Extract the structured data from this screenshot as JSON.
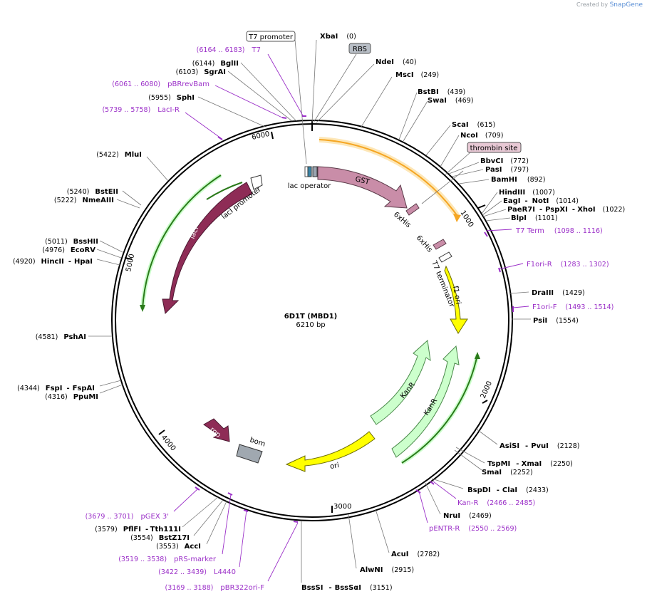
{
  "credit": {
    "prefix": "Created by",
    "brand": "SnapGene"
  },
  "title": "6D1T (MBD1)",
  "length": "6210 bp",
  "ticks": [
    "1000",
    "2000",
    "3000",
    "4000",
    "5000",
    "6000"
  ],
  "enzymes": [
    {
      "name": "XbaI",
      "pos": "(0)"
    },
    {
      "name": "NdeI",
      "pos": "(40)"
    },
    {
      "name": "MscI",
      "pos": "(249)"
    },
    {
      "name": "BstBI",
      "pos": "(439)"
    },
    {
      "name": "SwaI",
      "pos": "(469)"
    },
    {
      "name": "ScaI",
      "pos": "(615)"
    },
    {
      "name": "NcoI",
      "pos": "(709)"
    },
    {
      "name": "BbvCI",
      "pos": "(772)"
    },
    {
      "name": "PasI",
      "pos": "(797)"
    },
    {
      "name": "BamHI",
      "pos": "(892)"
    },
    {
      "name": "HindIII",
      "pos": "(1007)"
    },
    {
      "name": "EagI",
      "name2": "NotI",
      "pos": "(1014)"
    },
    {
      "name": "PaeR7I",
      "name2": "PspXI",
      "name3": "XhoI",
      "pos": "(1022)"
    },
    {
      "name": "BlpI",
      "pos": "(1101)"
    },
    {
      "name": "DraIII",
      "pos": "(1429)"
    },
    {
      "name": "PsiI",
      "pos": "(1554)"
    },
    {
      "name": "AsiSI",
      "name2": "PvuI",
      "pos": "(2128)"
    },
    {
      "name": "TspMI",
      "name2": "XmaI",
      "pos": "(2250)"
    },
    {
      "name": "SmaI",
      "pos": "(2252)"
    },
    {
      "name": "BspDI",
      "name2": "ClaI",
      "pos": "(2433)"
    },
    {
      "name": "NruI",
      "pos": "(2469)"
    },
    {
      "name": "AcuI",
      "pos": "(2782)"
    },
    {
      "name": "AlwNI",
      "pos": "(2915)"
    },
    {
      "name": "BssSI",
      "name2": "BssSαI",
      "pos": "(3151)"
    },
    {
      "name": "AccI",
      "pos": "(3553)"
    },
    {
      "name": "BstZ17I",
      "pos": "(3554)"
    },
    {
      "name": "PflFI",
      "name2": "Tth111I",
      "pos": "(3579)"
    },
    {
      "name": "PpuMI",
      "pos": "(4316)"
    },
    {
      "name": "FspI",
      "name2": "FspAI",
      "pos": "(4344)"
    },
    {
      "name": "PshAI",
      "pos": "(4581)"
    },
    {
      "name": "HincII",
      "name2": "HpaI",
      "pos": "(4920)"
    },
    {
      "name": "EcoRV",
      "pos": "(4976)"
    },
    {
      "name": "BssHII",
      "pos": "(5011)"
    },
    {
      "name": "NmeAIII",
      "pos": "(5222)"
    },
    {
      "name": "BstEII",
      "pos": "(5240)"
    },
    {
      "name": "MluI",
      "pos": "(5422)"
    },
    {
      "name": "SphI",
      "pos": "(5955)"
    },
    {
      "name": "SgrAI",
      "pos": "(6103)"
    },
    {
      "name": "BglII",
      "pos": "(6144)"
    }
  ],
  "primers": [
    {
      "name": "T7",
      "range": "(6164 .. 6183)"
    },
    {
      "name": "pBRrevBam",
      "range": "(6061 .. 6080)"
    },
    {
      "name": "LacI-R",
      "range": "(5739 .. 5758)"
    },
    {
      "name": "T7 Term",
      "range": "(1098 .. 1116)"
    },
    {
      "name": "F1ori-R",
      "range": "(1283 .. 1302)"
    },
    {
      "name": "F1ori-F",
      "range": "(1493 .. 1514)"
    },
    {
      "name": "Kan-R",
      "range": "(2466 .. 2485)"
    },
    {
      "name": "pENTR-R",
      "range": "(2550 .. 2569)"
    },
    {
      "name": "pGEX 3'",
      "range": "(3679 .. 3701)"
    },
    {
      "name": "pRS-marker",
      "range": "(3519 .. 3538)"
    },
    {
      "name": "L4440",
      "range": "(3422 .. 3439)"
    },
    {
      "name": "pBR322ori-F",
      "range": "(3169 .. 3188)"
    }
  ],
  "boxed": {
    "t7_promoter": "T7 promoter",
    "rbs": "RBS",
    "thrombin": "thrombin site"
  },
  "features": {
    "lac_operator": "lac operator",
    "gst": "GST",
    "his1": "6xHis",
    "his2": "6xHis",
    "t7_terminator": "T7 terminator",
    "f1_ori": "f1 ori",
    "kanr1": "KanR",
    "kanr2": "KanR",
    "ori": "ori",
    "rop": "rop",
    "bom": "bom",
    "laci": "lacI",
    "laci_promoter": "lacI promoter"
  },
  "colors": {
    "gst": "#c98da8",
    "laci": "#8e2c56",
    "yellow": "#ffff00",
    "kanr": "#ccffcc",
    "green": "#2a7a1a",
    "thrombin": "#f5a623",
    "primer": "#9b30c8"
  }
}
